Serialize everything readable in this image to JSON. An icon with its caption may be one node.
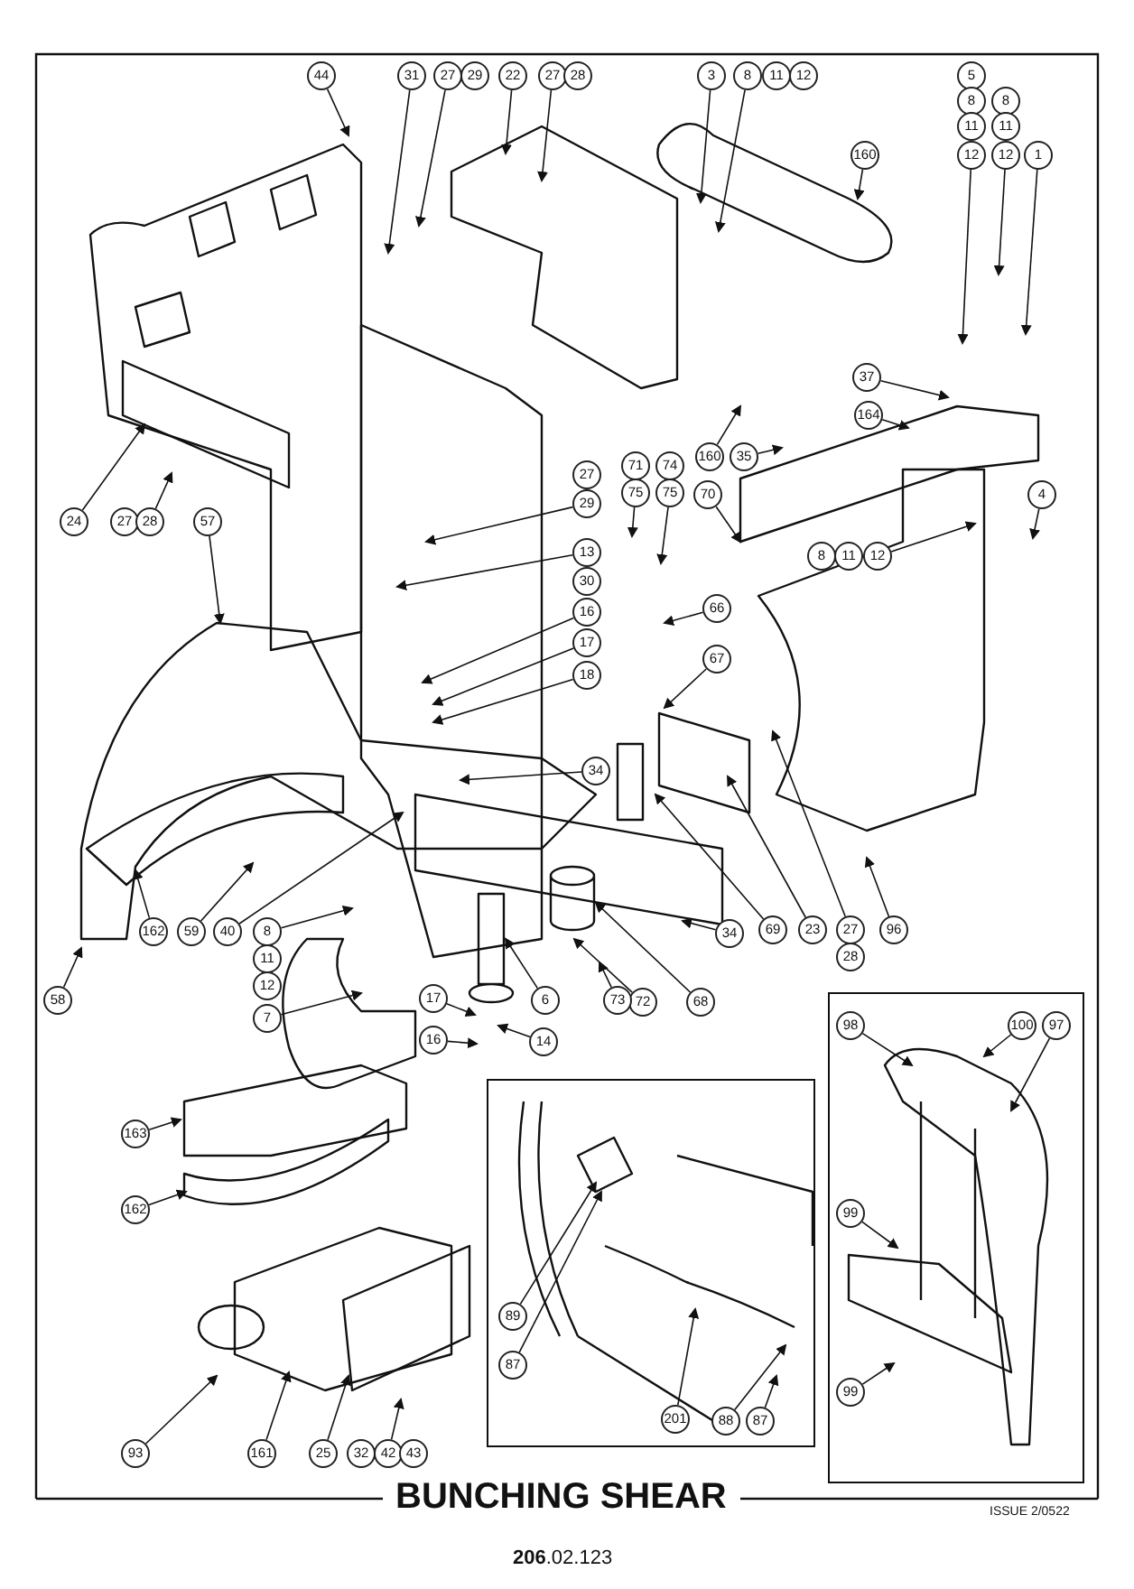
{
  "diagram": {
    "title": "BUNCHING SHEAR",
    "nodes": [
      {
        "text": [
          "44"
        ]
      },
      {
        "text": [
          "31"
        ]
      },
      {
        "text": [
          "27"
        ]
      },
      {
        "text": [
          "29"
        ]
      },
      {
        "text": [
          "22"
        ]
      },
      {
        "text": [
          "27"
        ]
      },
      {
        "text": [
          "28"
        ]
      },
      {
        "text": [
          "3"
        ]
      },
      {
        "text": [
          "8"
        ]
      },
      {
        "text": [
          "11"
        ]
      },
      {
        "text": [
          "12"
        ]
      },
      {
        "text": [
          "160"
        ]
      },
      {
        "text": [
          "5"
        ]
      },
      {
        "text": [
          "8"
        ]
      },
      {
        "text": [
          "11"
        ]
      },
      {
        "text": [
          "12"
        ]
      },
      {
        "text": [
          "8"
        ]
      },
      {
        "text": [
          "11"
        ]
      },
      {
        "text": [
          "12"
        ]
      },
      {
        "text": [
          "1"
        ]
      },
      {
        "text": [
          "37"
        ]
      },
      {
        "text": [
          "164"
        ]
      },
      {
        "text": [
          "160"
        ]
      },
      {
        "text": [
          "35"
        ]
      },
      {
        "text": [
          "71"
        ]
      },
      {
        "text": [
          "74"
        ]
      },
      {
        "text": [
          "75"
        ]
      },
      {
        "text": [
          "75"
        ]
      },
      {
        "text": [
          "70"
        ]
      },
      {
        "text": [
          "27"
        ]
      },
      {
        "text": [
          "29"
        ]
      },
      {
        "text": [
          "4"
        ]
      },
      {
        "text": [
          "24"
        ]
      },
      {
        "text": [
          "27"
        ]
      },
      {
        "text": [
          "28"
        ]
      },
      {
        "text": [
          "57"
        ]
      },
      {
        "text": [
          "13"
        ]
      },
      {
        "text": [
          "8"
        ]
      },
      {
        "text": [
          "11"
        ]
      },
      {
        "text": [
          "12"
        ]
      },
      {
        "text": [
          "30"
        ]
      },
      {
        "text": [
          "16"
        ]
      },
      {
        "text": [
          "17"
        ]
      },
      {
        "text": [
          "18"
        ]
      },
      {
        "text": [
          "66"
        ]
      },
      {
        "text": [
          "67"
        ]
      },
      {
        "text": [
          "34"
        ]
      },
      {
        "text": [
          "34"
        ]
      },
      {
        "text": [
          "69"
        ]
      },
      {
        "text": [
          "23"
        ]
      },
      {
        "text": [
          "27"
        ]
      },
      {
        "text": [
          "28"
        ]
      },
      {
        "text": [
          "96"
        ]
      },
      {
        "text": [
          "68"
        ]
      },
      {
        "text": [
          "72"
        ]
      },
      {
        "text": [
          "73"
        ]
      },
      {
        "text": [
          "6"
        ]
      },
      {
        "text": [
          "14"
        ]
      },
      {
        "text": [
          "17"
        ]
      },
      {
        "text": [
          "16"
        ]
      },
      {
        "text": [
          "162"
        ]
      },
      {
        "text": [
          "59"
        ]
      },
      {
        "text": [
          "40"
        ]
      },
      {
        "text": [
          "8"
        ]
      },
      {
        "text": [
          "11"
        ]
      },
      {
        "text": [
          "12"
        ]
      },
      {
        "text": [
          "7"
        ]
      },
      {
        "text": [
          "58"
        ]
      },
      {
        "text": [
          "98"
        ]
      },
      {
        "text": [
          "100"
        ]
      },
      {
        "text": [
          "97"
        ]
      },
      {
        "text": [
          "99"
        ]
      },
      {
        "text": [
          "99"
        ]
      },
      {
        "text": [
          "163"
        ]
      },
      {
        "text": [
          "162"
        ]
      },
      {
        "text": [
          "89"
        ]
      },
      {
        "text": [
          "87"
        ]
      },
      {
        "text": [
          "201"
        ]
      },
      {
        "text": [
          "88"
        ]
      },
      {
        "text": [
          "87"
        ]
      },
      {
        "text": [
          "93"
        ]
      },
      {
        "text": [
          "161"
        ]
      },
      {
        "text": [
          "25"
        ]
      },
      {
        "text": [
          "32"
        ]
      },
      {
        "text": [
          "42"
        ]
      },
      {
        "text": [
          "43"
        ]
      }
    ],
    "edges": [
      {
        "from": 0,
        "to": null,
        "arrow": "to"
      },
      {
        "from": 1,
        "to": null,
        "arrow": "to"
      },
      {
        "from": 2,
        "to": null,
        "arrow": "to"
      },
      {
        "from": 4,
        "to": null,
        "arrow": "to"
      },
      {
        "from": 5,
        "to": null,
        "arrow": "to"
      },
      {
        "from": 7,
        "to": null,
        "arrow": "to"
      },
      {
        "from": 8,
        "to": null,
        "arrow": "to"
      },
      {
        "from": 11,
        "to": null,
        "arrow": "to"
      },
      {
        "from": 15,
        "to": null,
        "arrow": "to"
      },
      {
        "from": 18,
        "to": null,
        "arrow": "to"
      },
      {
        "from": 19,
        "to": null,
        "arrow": "to"
      },
      {
        "from": 20,
        "to": null,
        "arrow": "to"
      },
      {
        "from": 21,
        "to": null,
        "arrow": "to"
      },
      {
        "from": 22,
        "to": null,
        "arrow": "to"
      },
      {
        "from": 23,
        "to": null,
        "arrow": "to"
      },
      {
        "from": 26,
        "to": null,
        "arrow": "to"
      },
      {
        "from": 27,
        "to": null,
        "arrow": "to"
      },
      {
        "from": 28,
        "to": null,
        "arrow": "to"
      },
      {
        "from": 30,
        "to": null,
        "arrow": "to"
      },
      {
        "from": 31,
        "to": null,
        "arrow": "to"
      },
      {
        "from": 32,
        "to": null,
        "arrow": "to"
      },
      {
        "from": 34,
        "to": null,
        "arrow": "to"
      },
      {
        "from": 35,
        "to": null,
        "arrow": "to"
      },
      {
        "from": 36,
        "to": null,
        "arrow": "to"
      },
      {
        "from": 39,
        "to": null,
        "arrow": "to"
      },
      {
        "from": 41,
        "to": null,
        "arrow": "to"
      },
      {
        "from": 42,
        "to": null,
        "arrow": "to"
      },
      {
        "from": 43,
        "to": null,
        "arrow": "to"
      },
      {
        "from": 44,
        "to": null,
        "arrow": "to"
      },
      {
        "from": 45,
        "to": null,
        "arrow": "to"
      },
      {
        "from": 46,
        "to": null,
        "arrow": "to"
      },
      {
        "from": 47,
        "to": null,
        "arrow": "to"
      },
      {
        "from": 48,
        "to": null,
        "arrow": "to"
      },
      {
        "from": 49,
        "to": null,
        "arrow": "to"
      },
      {
        "from": 50,
        "to": null,
        "arrow": "to"
      },
      {
        "from": 52,
        "to": null,
        "arrow": "to"
      },
      {
        "from": 53,
        "to": null,
        "arrow": "to"
      },
      {
        "from": 54,
        "to": null,
        "arrow": "to"
      },
      {
        "from": 55,
        "to": null,
        "arrow": "to"
      },
      {
        "from": 56,
        "to": null,
        "arrow": "to"
      },
      {
        "from": 57,
        "to": null,
        "arrow": "to"
      },
      {
        "from": 58,
        "to": null,
        "arrow": "to"
      },
      {
        "from": 59,
        "to": null,
        "arrow": "to"
      },
      {
        "from": 60,
        "to": null,
        "arrow": "to"
      },
      {
        "from": 61,
        "to": null,
        "arrow": "to"
      },
      {
        "from": 62,
        "to": null,
        "arrow": "to"
      },
      {
        "from": 63,
        "to": null,
        "arrow": "to"
      },
      {
        "from": 66,
        "to": null,
        "arrow": "to"
      },
      {
        "from": 67,
        "to": null,
        "arrow": "to"
      },
      {
        "from": 68,
        "to": null,
        "arrow": "to"
      },
      {
        "from": 69,
        "to": null,
        "arrow": "to"
      },
      {
        "from": 70,
        "to": null,
        "arrow": "to"
      },
      {
        "from": 71,
        "to": null,
        "arrow": "to"
      },
      {
        "from": 72,
        "to": null,
        "arrow": "to"
      },
      {
        "from": 73,
        "to": null,
        "arrow": "to"
      },
      {
        "from": 74,
        "to": null,
        "arrow": "to"
      },
      {
        "from": 75,
        "to": null,
        "arrow": "to"
      },
      {
        "from": 76,
        "to": null,
        "arrow": "to"
      },
      {
        "from": 77,
        "to": null,
        "arrow": "to"
      },
      {
        "from": 78,
        "to": null,
        "arrow": "to"
      },
      {
        "from": 79,
        "to": null,
        "arrow": "to"
      },
      {
        "from": 80,
        "to": null,
        "arrow": "to"
      },
      {
        "from": 81,
        "to": null,
        "arrow": "to"
      },
      {
        "from": 82,
        "to": null,
        "arrow": "to"
      },
      {
        "from": 84,
        "to": null,
        "arrow": "to"
      }
    ],
    "labels": [
      "ISSUE 2/0522",
      "**206**.02.123"
    ]
  }
}
